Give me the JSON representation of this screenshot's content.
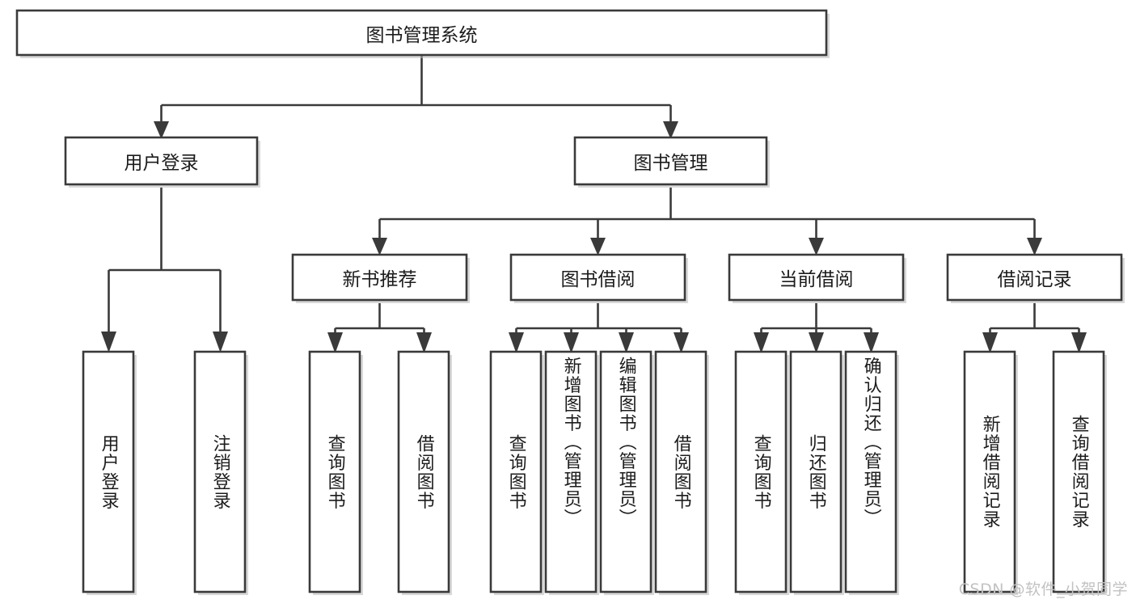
{
  "diagram": {
    "title": "图书管理系统",
    "type": "tree-hierarchy-diagram",
    "colors": {
      "box_border": "#3a3a3a",
      "box_fill": "#ffffff",
      "text": "#1c1c1c",
      "watermark": "#c2c2c2",
      "background": "#ffffff"
    },
    "root": {
      "id": "root",
      "label": "图书管理系统",
      "orientation": "horizontal"
    },
    "level2": [
      {
        "id": "user-login",
        "label": "用户登录",
        "orientation": "horizontal"
      },
      {
        "id": "book-manage",
        "label": "图书管理",
        "orientation": "horizontal"
      }
    ],
    "level3": [
      {
        "id": "new-book-recommend",
        "label": "新书推荐",
        "orientation": "horizontal",
        "parent": "book-manage"
      },
      {
        "id": "book-borrow",
        "label": "图书借阅",
        "orientation": "horizontal",
        "parent": "book-manage"
      },
      {
        "id": "current-borrow",
        "label": "当前借阅",
        "orientation": "horizontal",
        "parent": "book-manage"
      },
      {
        "id": "borrow-record",
        "label": "借阅记录",
        "orientation": "horizontal",
        "parent": "book-manage"
      }
    ],
    "leaves": [
      {
        "id": "leaf-user-login",
        "label": "用户登录",
        "orientation": "vertical",
        "parent": "user-login"
      },
      {
        "id": "leaf-user-logout",
        "label": "注销登录",
        "orientation": "vertical",
        "parent": "user-login"
      },
      {
        "id": "leaf-query-book-1",
        "label": "查询图书",
        "orientation": "vertical",
        "parent": "new-book-recommend"
      },
      {
        "id": "leaf-borrow-book-1",
        "label": "借阅图书",
        "orientation": "vertical",
        "parent": "new-book-recommend"
      },
      {
        "id": "leaf-query-book-2",
        "label": "查询图书",
        "orientation": "vertical",
        "parent": "book-borrow"
      },
      {
        "id": "leaf-add-book-admin",
        "label": "新增图书（管理员）",
        "orientation": "vertical",
        "parent": "book-borrow"
      },
      {
        "id": "leaf-edit-book-admin",
        "label": "编辑图书（管理员）",
        "orientation": "vertical",
        "parent": "book-borrow"
      },
      {
        "id": "leaf-borrow-book-2",
        "label": "借阅图书",
        "orientation": "vertical",
        "parent": "book-borrow"
      },
      {
        "id": "leaf-query-book-3",
        "label": "查询图书",
        "orientation": "vertical",
        "parent": "current-borrow"
      },
      {
        "id": "leaf-return-book",
        "label": "归还图书",
        "orientation": "vertical",
        "parent": "current-borrow"
      },
      {
        "id": "leaf-confirm-return-admin",
        "label": "确认归还（管理员）",
        "orientation": "vertical",
        "parent": "current-borrow"
      },
      {
        "id": "leaf-add-borrow-record",
        "label": "新增借阅记录",
        "orientation": "vertical",
        "parent": "borrow-record"
      },
      {
        "id": "leaf-query-borrow-record",
        "label": "查询借阅记录",
        "orientation": "vertical",
        "parent": "borrow-record"
      }
    ]
  },
  "watermark": {
    "text": "CSDN @软件_小贺同学"
  }
}
